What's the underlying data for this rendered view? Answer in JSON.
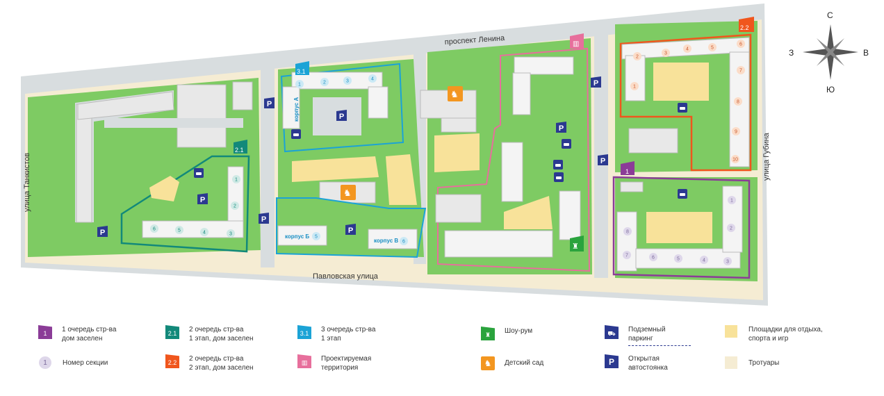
{
  "streets": {
    "north": "проспект Ленина",
    "south": "Павловская улица",
    "west": "улица Танкистов",
    "east": "улица Губина"
  },
  "compass": {
    "n": "С",
    "s": "Ю",
    "w": "З",
    "e": "В"
  },
  "flags": {
    "f1": "1",
    "f21": "2.1",
    "f22": "2.2",
    "f31": "3.1"
  },
  "buildings": {
    "korpus_a": "корпус А",
    "korpus_b": "корпус Б",
    "korpus_v": "корпус В"
  },
  "sections": {
    "q1": [
      "1",
      "2",
      "3",
      "4",
      "5",
      "6",
      "7",
      "8"
    ],
    "q21": [
      "1",
      "2",
      "3",
      "4",
      "5",
      "6"
    ],
    "q22": [
      "1",
      "2",
      "3",
      "4",
      "5",
      "6",
      "7",
      "8",
      "9",
      "10"
    ],
    "q31a": [
      "1",
      "2",
      "3",
      "4"
    ],
    "q31b": [
      "5"
    ],
    "q31v": [
      "6"
    ]
  },
  "colors": {
    "q1": "#8b3c97",
    "q21": "#12897a",
    "q22": "#f0561d",
    "q31": "#1ba3d6",
    "projected": "#e76f9c",
    "showroom": "#2aa33d",
    "kindergarten": "#f39620",
    "parking": "#2b3990",
    "playground": "#f8e29a",
    "sidewalk": "#f5ecd3",
    "green": "#7ecb63",
    "road": "#d8dddf"
  },
  "legend": {
    "q1": "1 очередь стр-ва\nдом заселен",
    "q21": "2 очередь стр-ва\n1 этап, дом заселен",
    "q31": "3 очередь стр-ва\n1 этап",
    "showroom": "Шоу-рум",
    "underground": "Подземный\nпаркинг",
    "playground": "Площадки для отдыха,\nспорта и игр",
    "section": "Номер секции",
    "q22": "2 очередь стр-ва\n2 этап, дом заселен",
    "projected": "Проектируемая\nтерритория",
    "kindergarten": "Детский сад",
    "open_parking": "Открытая\nавтостоянка",
    "sidewalk": "Тротуары",
    "icon_q1": "1",
    "icon_q21": "2.1",
    "icon_q22": "2.2",
    "icon_q31": "3.1",
    "icon_section": "1",
    "icon_parking": "P"
  }
}
